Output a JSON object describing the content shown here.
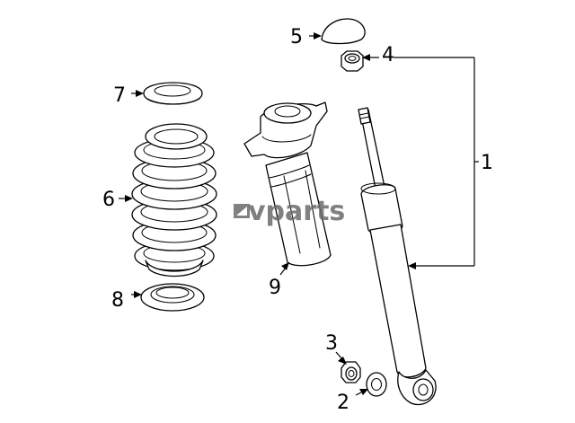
{
  "watermark": {
    "text": "vparts"
  },
  "callouts": {
    "c1": "1",
    "c2": "2",
    "c3": "3",
    "c4": "4",
    "c5": "5",
    "c6": "6",
    "c7": "7",
    "c8": "8",
    "c9": "9"
  }
}
